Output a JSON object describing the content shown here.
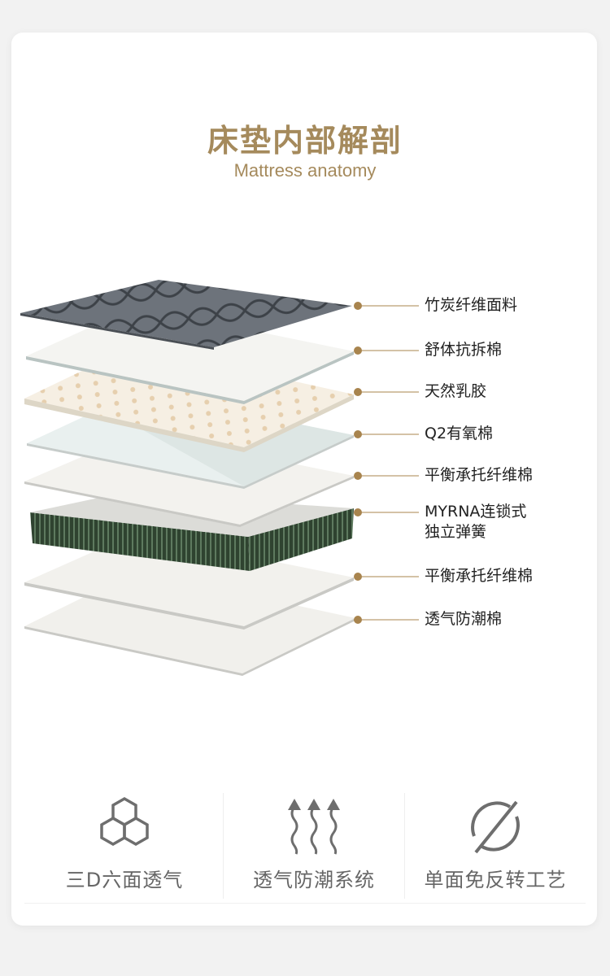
{
  "header": {
    "title": "床垫内部解剖",
    "subtitle": "Mattress anatomy"
  },
  "layers": [
    {
      "label": "竹炭纤维面料"
    },
    {
      "label": "舒体抗拆棉"
    },
    {
      "label": "天然乳胶"
    },
    {
      "label": "Q2有氧棉"
    },
    {
      "label": "平衡承托纤维棉"
    },
    {
      "label": "MYRNA连锁式",
      "label2": "独立弹簧"
    },
    {
      "label": "平衡承托纤维棉"
    },
    {
      "label": "透气防潮棉"
    }
  ],
  "features": [
    {
      "label": "三D六面透气",
      "icon": "hexagon-icon"
    },
    {
      "label": "透气防潮系统",
      "icon": "wavy-arrows-icon"
    },
    {
      "label": "单面免反转工艺",
      "icon": "no-flip-icon"
    }
  ],
  "colors": {
    "accent": "#a58a5c",
    "dot": "#a8844e",
    "icon": "#6e6e6e"
  }
}
